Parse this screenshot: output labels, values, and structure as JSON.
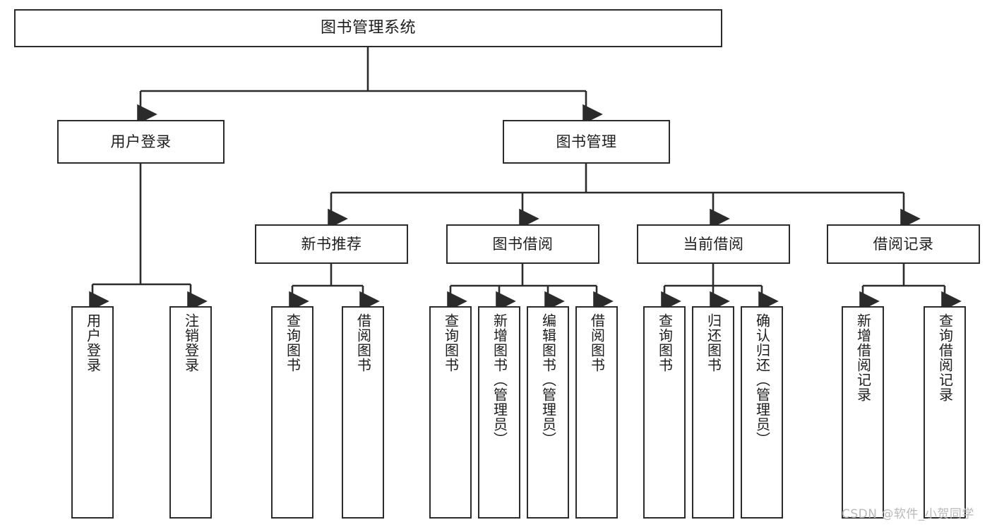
{
  "diagram": {
    "title": "图书管理系统",
    "type": "tree-hierarchy",
    "watermark": "CSDN @软件_小贺同学",
    "stroke_color": "#2b2b2b",
    "fill_color": "#ffffff",
    "text_color": "#1d1d1d"
  },
  "nodes": {
    "root": {
      "label": "图书管理系统"
    },
    "level2": [
      {
        "label": "用户登录"
      },
      {
        "label": "图书管理"
      }
    ],
    "level3": [
      {
        "label": "新书推荐"
      },
      {
        "label": "图书借阅"
      },
      {
        "label": "当前借阅"
      },
      {
        "label": "借阅记录"
      }
    ],
    "leaves": {
      "user_login": [
        {
          "label": "用户登录"
        },
        {
          "label": "注销登录"
        }
      ],
      "new_book_recommend": [
        {
          "label": "查询图书"
        },
        {
          "label": "借阅图书"
        }
      ],
      "book_borrow": [
        {
          "label": "查询图书"
        },
        {
          "label": "新增图书（管理员）"
        },
        {
          "label": "编辑图书（管理员）"
        },
        {
          "label": "借阅图书"
        }
      ],
      "current_borrow": [
        {
          "label": "查询图书"
        },
        {
          "label": "归还图书"
        },
        {
          "label": "确认归还（管理员）"
        }
      ],
      "borrow_record": [
        {
          "label": "新增借阅记录"
        },
        {
          "label": "查询借阅记录"
        }
      ]
    }
  }
}
